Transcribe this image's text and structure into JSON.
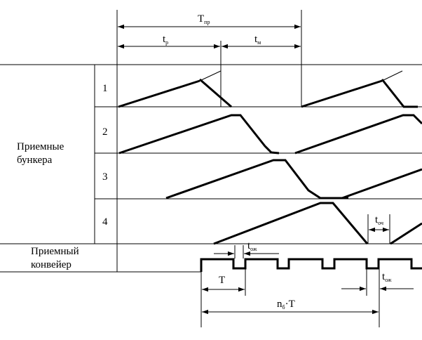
{
  "labels": {
    "T_main": "T",
    "T_main_sub": "пр",
    "t_r": "t",
    "t_r_sub": "р",
    "t_m": "t",
    "t_m_sub": "м",
    "bunkers_line1": "Приемные",
    "bunkers_line2": "бункера",
    "conveyor_line1": "Приемный",
    "conveyor_line2": "конвейер",
    "row_1": "1",
    "row_2": "2",
    "row_3": "3",
    "row_4": "4",
    "t_och": "t",
    "t_och_sub": "оч",
    "t_ozh": "t",
    "t_ozh_sub": "ож",
    "t_ozh_2": "t",
    "t_ozh_2_sub": "ож",
    "T_period": "T",
    "n_b_T_main": "n",
    "n_b_T_sub": "б",
    "n_b_T_rest": "·T"
  },
  "colors": {
    "line": "#000000",
    "background": "#ffffff"
  }
}
